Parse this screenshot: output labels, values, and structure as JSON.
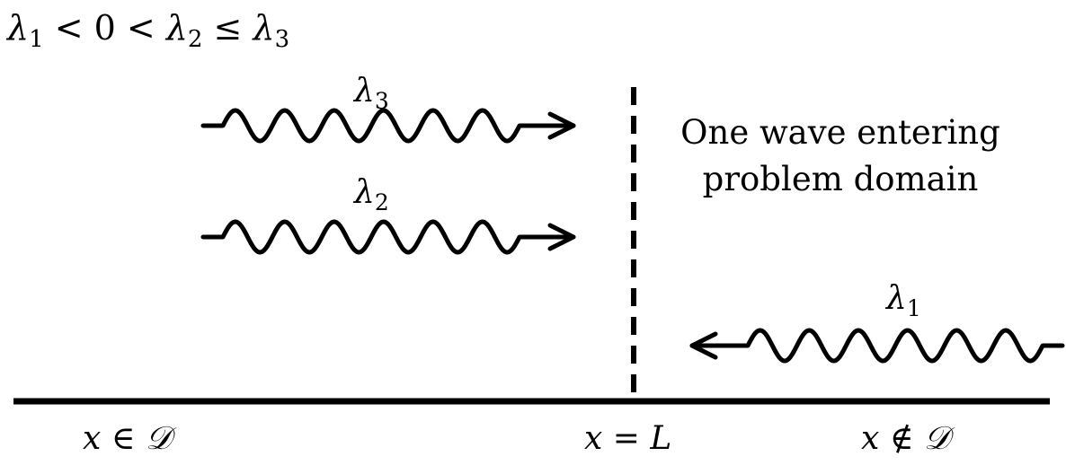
{
  "eigen_order": {
    "l1": "λ",
    "s1": "1",
    "lt1": " < 0 < ",
    "l2": "λ",
    "s2": "2",
    "le": " ≤ ",
    "l3": "λ",
    "s3": "3"
  },
  "waves": {
    "w3": {
      "sym": "λ",
      "sub": "3"
    },
    "w2": {
      "sym": "λ",
      "sub": "2"
    },
    "w1": {
      "sym": "λ",
      "sub": "1"
    }
  },
  "annotation": {
    "line1": "One wave entering",
    "line2": "problem domain"
  },
  "axis_labels": {
    "inside": {
      "var": "x",
      "rel": " ∈ ",
      "set": "𝒟"
    },
    "boundary": {
      "var": "x",
      "rel": " = ",
      "val": "L"
    },
    "outside": {
      "var": "x",
      "rel": " ∉ ",
      "set": "𝒟"
    }
  }
}
